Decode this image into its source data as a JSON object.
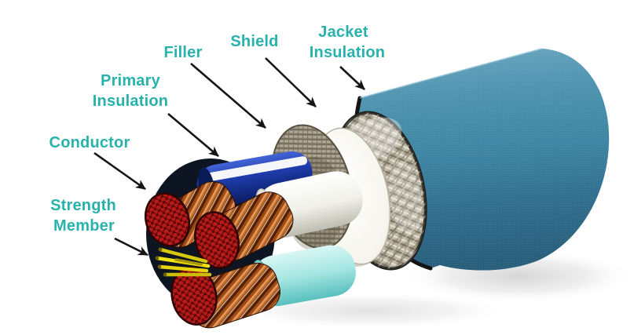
{
  "diagram": {
    "type": "labeled-illustration",
    "subject": "Cutaway view of a shielded multi-conductor cable",
    "background_color": "#ffffff",
    "label_color": "#28b2ac",
    "arrow_color": "#151515",
    "labels": [
      {
        "id": "filler",
        "lines": [
          "Filler"
        ]
      },
      {
        "id": "shield",
        "lines": [
          "Shield"
        ]
      },
      {
        "id": "jacket-insulation",
        "lines": [
          "Jacket",
          "Insulation"
        ]
      },
      {
        "id": "primary-insulation",
        "lines": [
          "Primary",
          "Insulation"
        ]
      },
      {
        "id": "conductor",
        "lines": [
          "Conductor"
        ]
      },
      {
        "id": "strength-member",
        "lines": [
          "Strength",
          "Member"
        ]
      }
    ],
    "parts": [
      {
        "name": "jacket-insulation",
        "color": "#3f86a4"
      },
      {
        "name": "shield-braid",
        "color": "#b8b09f"
      },
      {
        "name": "filler-layer",
        "color": "#f6f5ee"
      },
      {
        "name": "binder-tape",
        "color": "#9d9484"
      },
      {
        "name": "primary-insulation-blue",
        "color": "#1e3cab"
      },
      {
        "name": "primary-insulation-white",
        "color": "#f1f1ea"
      },
      {
        "name": "primary-insulation-cyan",
        "color": "#a5e6e2"
      },
      {
        "name": "conductor-copper-strands",
        "color": "#b05a1e"
      },
      {
        "name": "conductor-strand-face",
        "color": "#b81a1a"
      },
      {
        "name": "strength-member-fibers",
        "color": "#ecdc12"
      }
    ]
  }
}
